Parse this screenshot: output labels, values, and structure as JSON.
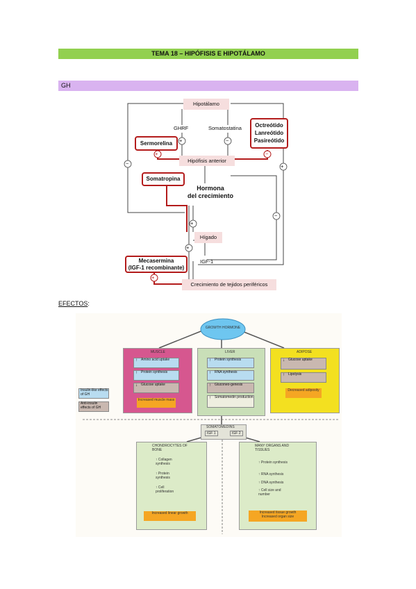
{
  "header": {
    "title": "TEMA 18 – HIPÓFISIS E HIPOTÁLAMO",
    "section": "GH"
  },
  "diagram": {
    "hipotalamo": "Hipotálamo",
    "ghrf": "GHRF",
    "somatostatina": "Somatostatina",
    "hipofisis": "Hipófisis anterior",
    "hormona": [
      "Hormona",
      "del crecimiento"
    ],
    "higado": "Hígado",
    "igf": "IGF-1",
    "crecimiento": "Crecimiento de tejidos periféricos",
    "drugs": {
      "sermorelina": "Sermorelina",
      "octreotido": [
        "Octreótido",
        "Lanreótido",
        "Pasireótido"
      ],
      "somatropina": "Somatropina",
      "mecasermina": [
        "Mecasermina",
        "(IGF-1 recombinante)"
      ]
    },
    "signs": {
      "plus": "+",
      "minus": "−"
    }
  },
  "efectos_label": "EFECTOS",
  "efectos_colon": ":",
  "effects": {
    "gh": "GROWTH HORMONE",
    "muscle": "MUSCLE",
    "liver": "LIVER",
    "adipose": "ADIPOSE",
    "muscle_items": [
      "Amino acid uptake",
      "Protein synthesis",
      "Glucose uptake"
    ],
    "muscle_result": "Increased muscle mass",
    "liver_items": [
      "Protein synthesis",
      "RNA synthesis",
      "Gluconeo-genesis",
      "Somatomedin production"
    ],
    "adipose_items": [
      "Glucose uptake",
      "Lipolysis"
    ],
    "adipose_result": "Decreased adiposity",
    "legend_insulin": "Insulin-like effects of GH",
    "legend_anti": "Anti-insulin effects of GH",
    "somatomedins": "SOMATOMEDINS",
    "igf1": "IGF 1",
    "igf2": "IGF 2",
    "chondro": "CHONDROCYTES OF BONE",
    "chondro_items": [
      "Collagen synthesis",
      "Protein synthesis",
      "Cell proliferation"
    ],
    "chondro_result": "Increased linear growth",
    "organs": "MANY ORGANS AND TISSUES",
    "organs_items": [
      "Protein synthesis",
      "RNA synthesis",
      "DNA synthesis",
      "Cell size and number"
    ],
    "organs_result": [
      "Increased tissue growth",
      "Increased organ size"
    ]
  },
  "colors": {
    "title_bar": "#92d050",
    "gh_bar": "#d9b3f0",
    "drug_border": "#b31b1b",
    "pink_box": "#f6dede"
  }
}
